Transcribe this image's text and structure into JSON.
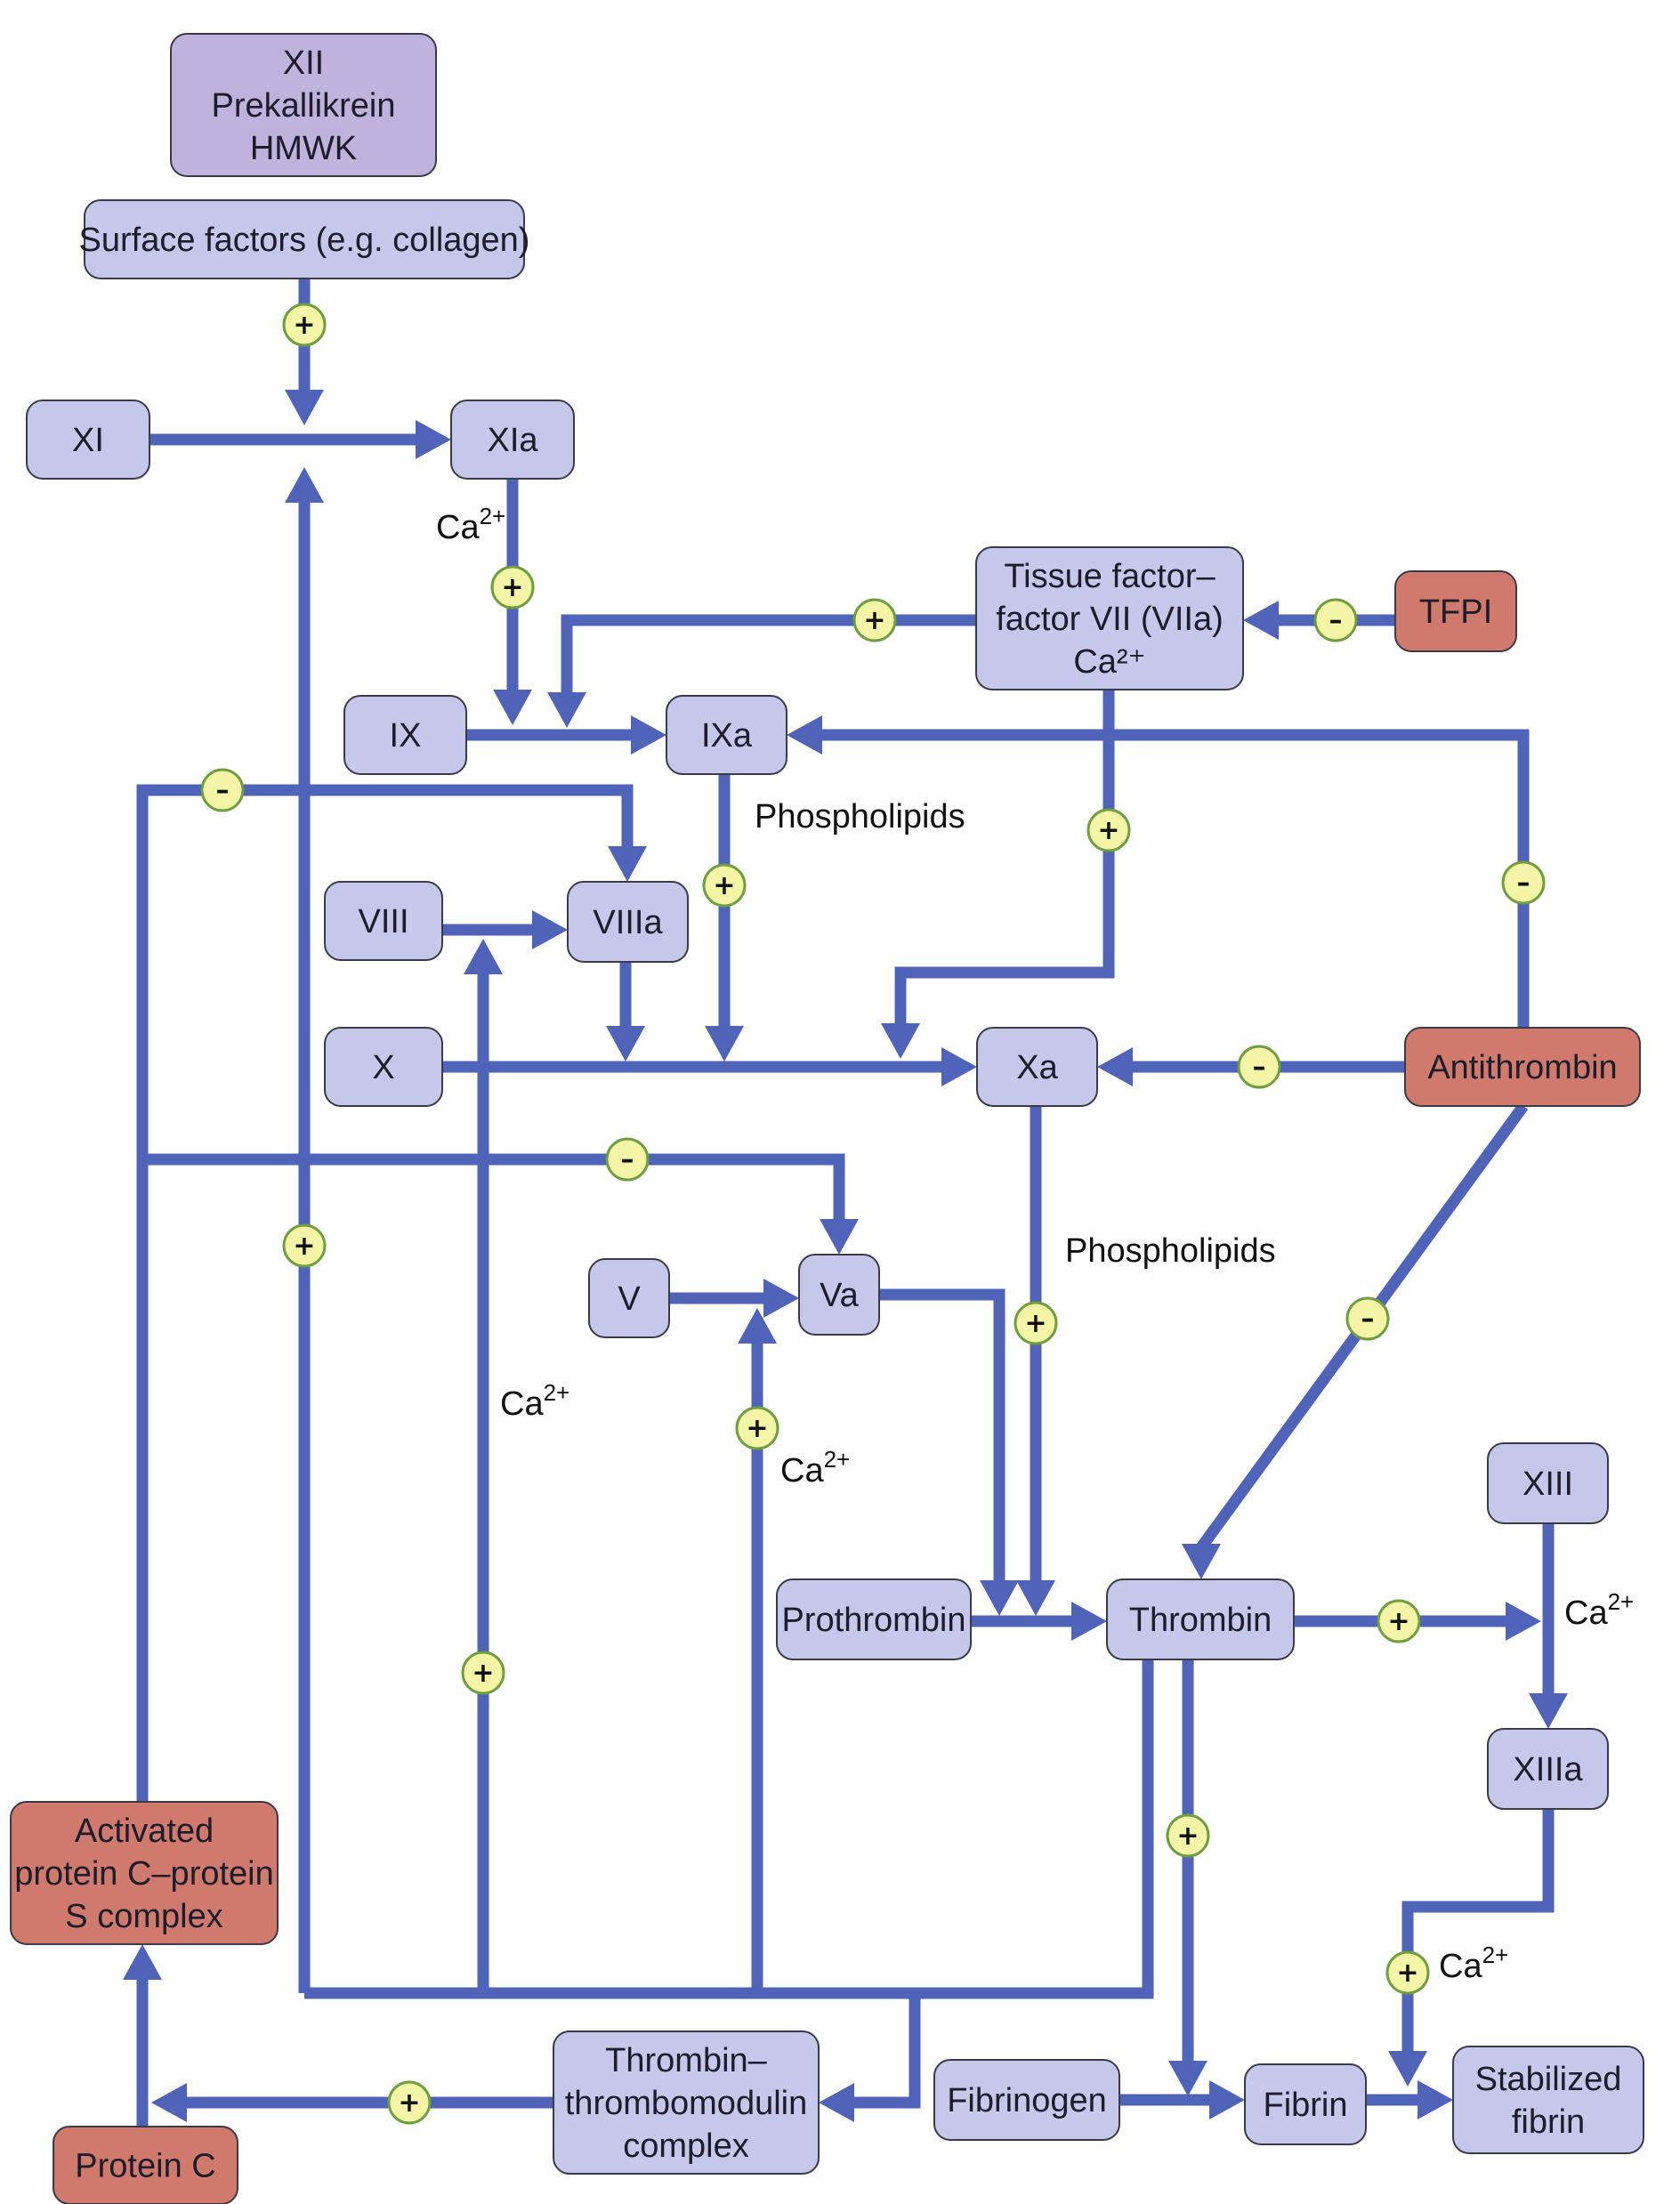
{
  "colors": {
    "arrow": "#4f63b8",
    "factor_fill": "#c5c8ea",
    "contact_fill": "#bfb3dd",
    "inhibitor_fill": "#cf7a6d",
    "box_stroke": "#3a3a48",
    "badge_fill": "#f5f5a8",
    "badge_stroke": "#6f9e3f"
  },
  "nodes": [
    {
      "id": "contact",
      "kind": "contact",
      "lines": [
        "XII",
        "Prekallikrein",
        "HMWK"
      ]
    },
    {
      "id": "surface",
      "kind": "factor",
      "lines": [
        "Surface factors (e.g. collagen)"
      ]
    },
    {
      "id": "xi",
      "kind": "factor",
      "lines": [
        "XI"
      ]
    },
    {
      "id": "xia",
      "kind": "factor",
      "lines": [
        "XIa"
      ]
    },
    {
      "id": "tf",
      "kind": "factor",
      "lines": [
        "Tissue factor–",
        "factor VII (VIIa)",
        "Ca²⁺"
      ]
    },
    {
      "id": "tfpi",
      "kind": "inhibitor",
      "lines": [
        "TFPI"
      ]
    },
    {
      "id": "ix",
      "kind": "factor",
      "lines": [
        "IX"
      ]
    },
    {
      "id": "ixa",
      "kind": "factor",
      "lines": [
        "IXa"
      ]
    },
    {
      "id": "viii",
      "kind": "factor",
      "lines": [
        "VIII"
      ]
    },
    {
      "id": "viiia",
      "kind": "factor",
      "lines": [
        "VIIIa"
      ]
    },
    {
      "id": "x",
      "kind": "factor",
      "lines": [
        "X"
      ]
    },
    {
      "id": "xa",
      "kind": "factor",
      "lines": [
        "Xa"
      ]
    },
    {
      "id": "antithrombin",
      "kind": "inhibitor",
      "lines": [
        "Antithrombin"
      ]
    },
    {
      "id": "v",
      "kind": "factor",
      "lines": [
        "V"
      ]
    },
    {
      "id": "va",
      "kind": "factor",
      "lines": [
        "Va"
      ]
    },
    {
      "id": "xiii",
      "kind": "factor",
      "lines": [
        "XIII"
      ]
    },
    {
      "id": "prothrombin",
      "kind": "factor",
      "lines": [
        "Prothrombin"
      ]
    },
    {
      "id": "thrombin",
      "kind": "factor",
      "lines": [
        "Thrombin"
      ]
    },
    {
      "id": "xiiia",
      "kind": "factor",
      "lines": [
        "XIIIa"
      ]
    },
    {
      "id": "apc",
      "kind": "inhibitor",
      "lines": [
        "Activated",
        "protein C–protein",
        "S complex"
      ]
    },
    {
      "id": "ttm",
      "kind": "factor",
      "lines": [
        "Thrombin–",
        "thrombomodulin",
        "complex"
      ]
    },
    {
      "id": "fibrinogen",
      "kind": "factor",
      "lines": [
        "Fibrinogen"
      ]
    },
    {
      "id": "fibrin",
      "kind": "factor",
      "lines": [
        "Fibrin"
      ]
    },
    {
      "id": "stabilized",
      "kind": "factor",
      "lines": [
        "Stabilized",
        "fibrin"
      ]
    },
    {
      "id": "proteinc",
      "kind": "inhibitor",
      "lines": [
        "Protein C"
      ]
    }
  ],
  "badges": {
    "plus": "+",
    "minus": "–"
  },
  "labels": {
    "ca": "Ca",
    "ca_sup": "2+",
    "phospholipids": "Phospholipids"
  }
}
